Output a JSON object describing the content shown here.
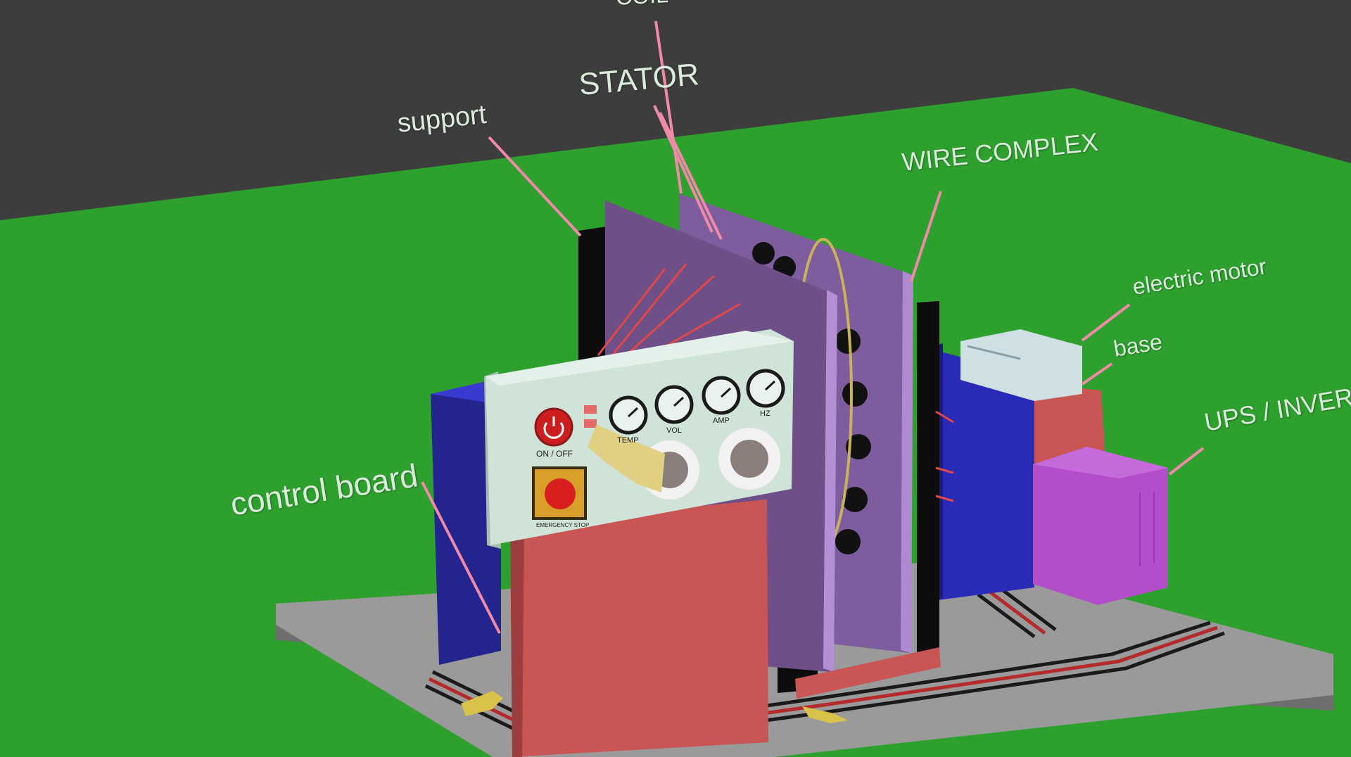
{
  "labels": {
    "coil": "COIL",
    "stator": "STATOR",
    "support": "support",
    "wire_complex": "WIRE COMPLEX",
    "electric_motor": "electric motor",
    "base": "base",
    "ups_inverter": "UPS / INVERT",
    "control_board": "control board"
  },
  "panel": {
    "on_off": "ON / OFF",
    "gauges": [
      "TEMP",
      "VOL",
      "AMP",
      "HZ"
    ],
    "emergency_stop": "EMERGENCY STOP"
  },
  "colors": {
    "background": "#3d3d3d",
    "ground": "#2ea02e",
    "leader_line": "#f08aa8",
    "label_text": "#dcecdc",
    "platform": "#9a9a9a",
    "pedestal": "#c95555",
    "stator_plate": "#9a72b8",
    "blue_housing": "#2a2ab8",
    "ups_box": "#b24ec8",
    "control_panel": "#cfe3d9"
  }
}
